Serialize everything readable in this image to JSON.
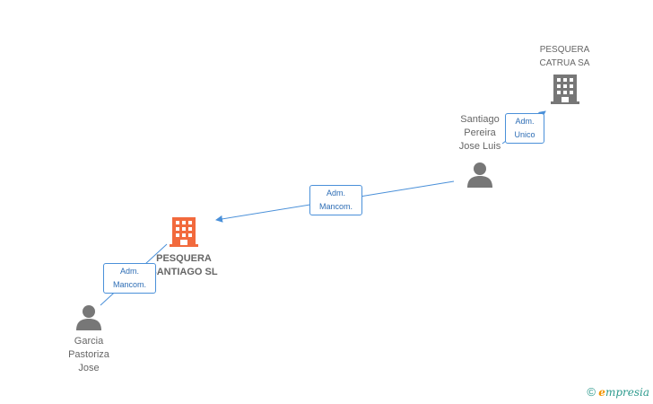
{
  "nodes": {
    "catrua": {
      "line1": "PESQUERA",
      "line2": "CATRUA SA"
    },
    "santiago_sl": {
      "line1": "PESQUERA",
      "line2": "SANTIAGO SL"
    },
    "santiago_person": {
      "line1": "Santiago",
      "line2": "Pereira",
      "line3": "Jose Luis"
    },
    "garcia_person": {
      "line1": "Garcia",
      "line2": "Pastoriza",
      "line3": "Jose"
    }
  },
  "edges": {
    "santiago_to_catrua": {
      "line1": "Adm.",
      "line2": "Unico"
    },
    "santiago_to_sl": {
      "line1": "Adm.",
      "line2": "Mancom."
    },
    "garcia_to_sl": {
      "line1": "Adm.",
      "line2": "Mancom."
    }
  },
  "brand": {
    "copyright": "©",
    "first_letter": "e",
    "rest": "mpresia"
  },
  "colors": {
    "edge": "#4a90d9",
    "building_main": "#f26a3d",
    "building_other": "#777777",
    "person": "#777777"
  }
}
